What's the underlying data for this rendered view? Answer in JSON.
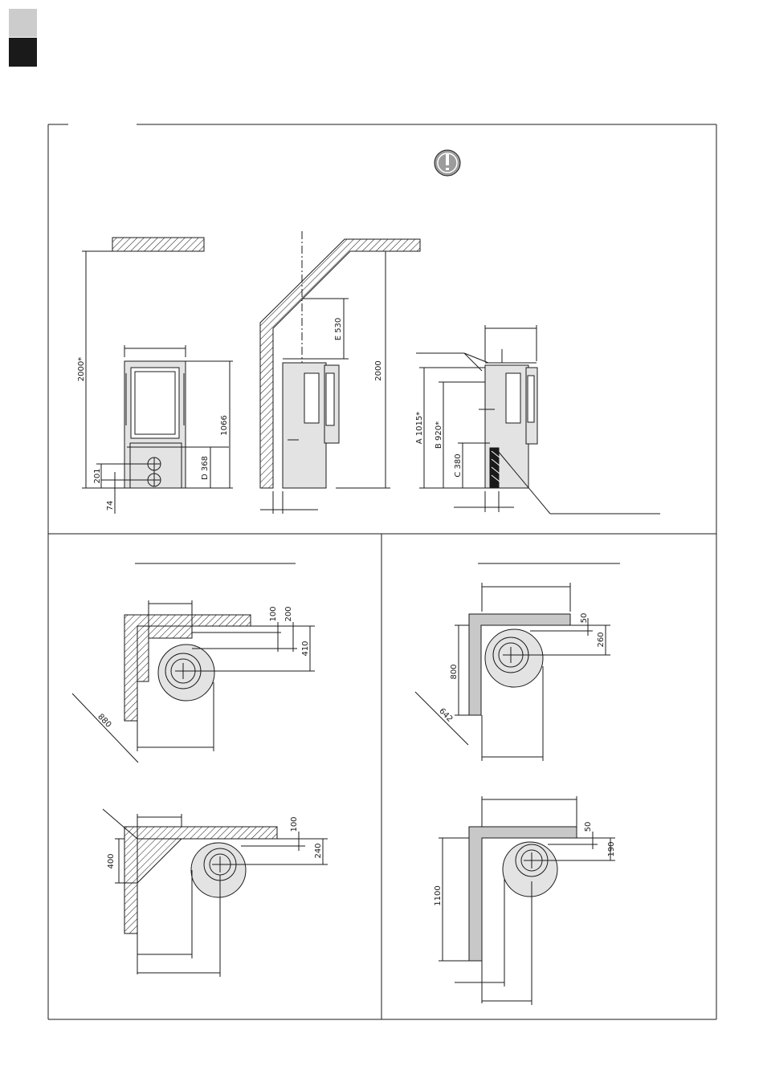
{
  "colors": {
    "tab_light": "#cccccc",
    "tab_dark": "#1a1a1a",
    "line": "#1a1a1a",
    "stove_fill": "#e3e3e3",
    "panel_fill": "#c8c8c8",
    "warning_fill": "#9c9c9c"
  },
  "icons": {
    "warning": "exclamation-icon"
  },
  "front_view": {
    "ceiling_height": "2000*",
    "stove_height": "1066",
    "d_dim": "D 368",
    "outlet_height": "201",
    "bottom_offset": "74"
  },
  "side_view": {
    "e_dim": "E 530",
    "ceiling_height": "2000"
  },
  "rear_view": {
    "a_dim": "A 1015*",
    "b_dim": "B 920*",
    "c_dim": "C 380"
  },
  "plan_corner_combustible": {
    "d100": "100",
    "d200": "200",
    "d410": "410",
    "d880": "880"
  },
  "plan_corner_noncombustible": {
    "d50": "50",
    "d260": "260",
    "d800": "800",
    "d642": "642"
  },
  "plan_wall_combustible": {
    "d100": "100",
    "d240": "240",
    "d400": "400"
  },
  "plan_wall_noncombustible": {
    "d50": "50",
    "d190": "190",
    "d1100": "1100"
  }
}
